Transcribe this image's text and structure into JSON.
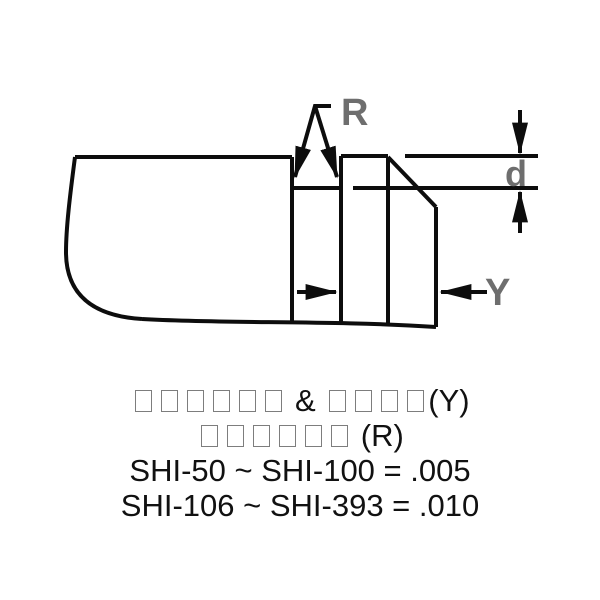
{
  "colors": {
    "background": "#ffffff",
    "line-color": "#0d0d0d",
    "label-color": "#6e6e6e",
    "box-outline": "#7d7d7d",
    "text-color": "#111111"
  },
  "figure": {
    "type": "technical-diagram",
    "description": "Side view of a shaft end with relief groove, collar and chamfered end; dimension callouts for groove radius, depth and collar width",
    "dimension_labels": {
      "radius": "R",
      "depth": "d",
      "width": "Y"
    }
  },
  "caption": {
    "lines": [
      {
        "segments": [
          {
            "type": "boxes",
            "count": 6
          },
          {
            "type": "text",
            "value": " & "
          },
          {
            "type": "boxes",
            "count": 4
          },
          {
            "type": "text",
            "value": "(Y)"
          }
        ]
      },
      {
        "segments": [
          {
            "type": "boxes",
            "count": 6
          },
          {
            "type": "text",
            "value": " (R)"
          }
        ]
      },
      {
        "segments": [
          {
            "type": "text",
            "value": "SHI-50 ~ SHI-100 = .005"
          }
        ]
      },
      {
        "segments": [
          {
            "type": "text",
            "value": "SHI-106 ~ SHI-393 = .010"
          }
        ]
      }
    ]
  }
}
